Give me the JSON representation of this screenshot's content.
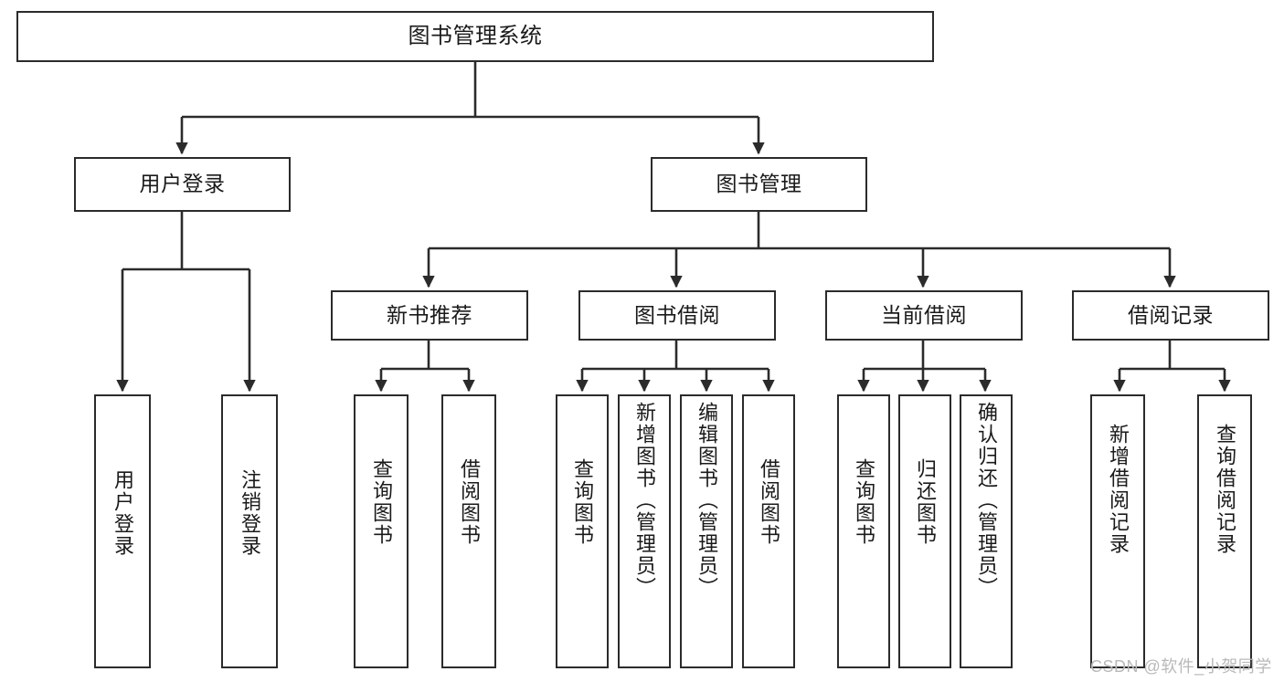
{
  "diagram": {
    "title": "图书管理系统",
    "type": "tree",
    "stroke_color": "#2b2b2b",
    "fill_color": "#ffffff",
    "text_color": "#1a1a1a",
    "nodes": {
      "root": {
        "label": "图书管理系统"
      },
      "level1": [
        {
          "label": "用户登录"
        },
        {
          "label": "图书管理"
        }
      ],
      "level2": [
        {
          "label": "新书推荐"
        },
        {
          "label": "图书借阅"
        },
        {
          "label": "当前借阅"
        },
        {
          "label": "借阅记录"
        }
      ],
      "leaves": {
        "user_login": [
          {
            "label": "用户登录"
          },
          {
            "label": "注销登录"
          }
        ],
        "new_book_recommend": [
          {
            "label": "查询图书"
          },
          {
            "label": "借阅图书"
          }
        ],
        "book_borrow": [
          {
            "label": "查询图书"
          },
          {
            "label": "新增图书（管理员）"
          },
          {
            "label": "编辑图书（管理员）"
          },
          {
            "label": "借阅图书"
          }
        ],
        "current_borrow": [
          {
            "label": "查询图书"
          },
          {
            "label": "归还图书"
          },
          {
            "label": "确认归还（管理员）"
          }
        ],
        "borrow_record": [
          {
            "label": "新增借阅记录"
          },
          {
            "label": "查询借阅记录"
          }
        ]
      }
    },
    "watermark": "CSDN @软件_小贺同学"
  }
}
